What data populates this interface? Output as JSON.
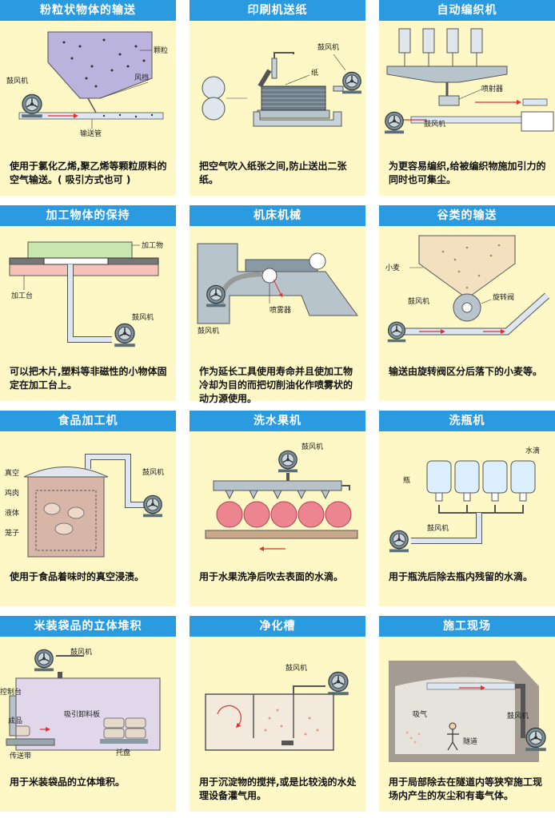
{
  "colors": {
    "title_bg": "#2a9be0",
    "card_bg": "#fdf8c6",
    "arrow": "#e03030",
    "pipe": "#dce7f2",
    "blower": "#5a6f7a"
  },
  "cards": [
    {
      "title": "粉粒状物体的输送",
      "caption": "使用于氯化乙烯,聚乙烯等颗粒原料的空气输送。( 吸引方式也可 )",
      "labels": {
        "blower": "鼓风机",
        "particles": "颗粒",
        "gate": "风挡",
        "pipe": "输送管"
      }
    },
    {
      "title": "印刷机送纸",
      "caption": "把空气吹入纸张之间,防止送出二张纸。",
      "labels": {
        "blower": "鼓风机",
        "paper": "纸"
      }
    },
    {
      "title": "自动编织机",
      "caption": "为更容易编织,给被编织物施加引力的同时也可集尘。",
      "labels": {
        "sprayer": "喷射器",
        "blower": "鼓风机"
      }
    },
    {
      "title": "加工物体的保持",
      "caption": "可以把木片,塑料等非磁性的小物体固定在加工台上。",
      "labels": {
        "workpiece": "加工物",
        "table": "加工台",
        "blower": "鼓风机"
      }
    },
    {
      "title": "机床机械",
      "caption": "作为延长工具使用寿命并且使加工物冷却为目的而把切削油化作喷雾状的动力源使用。",
      "labels": {
        "blower": "鼓风机",
        "atomizer": "喷雾器"
      }
    },
    {
      "title": "谷类的输送",
      "caption": "输送由旋转阀区分后落下的小麦等。",
      "labels": {
        "wheat": "小麦",
        "blower": "鼓风机",
        "valve": "旋转阀"
      }
    },
    {
      "title": "食品加工机",
      "caption": "使用于食品着味时的真空浸渍。",
      "labels": {
        "vacuum": "真空",
        "chicken": "鸡肉",
        "liquid": "液体",
        "basket": "笼子",
        "blower": "鼓风机"
      }
    },
    {
      "title": "洗水果机",
      "caption": "用于水果洗净后吹去表面的水滴。",
      "labels": {
        "blower": "鼓风机"
      }
    },
    {
      "title": "洗瓶机",
      "caption": "用于瓶洗后除去瓶内残留的水滴。",
      "labels": {
        "water": "水滴",
        "bottle": "瓶",
        "blower": "鼓风机"
      }
    },
    {
      "title": "米装袋品的立体堆积",
      "caption": "用于米装袋品的立体堆积。",
      "labels": {
        "blower": "鼓风机",
        "control": "控制台",
        "product": "成品",
        "suction": "吸引卸料板",
        "conveyor": "传送带",
        "pallet": "托盘"
      }
    },
    {
      "title": "净化槽",
      "caption": "用于沉淀物的搅拌,或是比较浅的水处理设备灌气用。",
      "labels": {
        "blower": "鼓风机"
      }
    },
    {
      "title": "施工现场",
      "caption": "用于局部除去在隧道内等狭窄施工现场内产生的灰尘和有毒气体。",
      "labels": {
        "blower": "鼓风机",
        "suction": "吸气",
        "tunnel": "隧道"
      }
    }
  ]
}
